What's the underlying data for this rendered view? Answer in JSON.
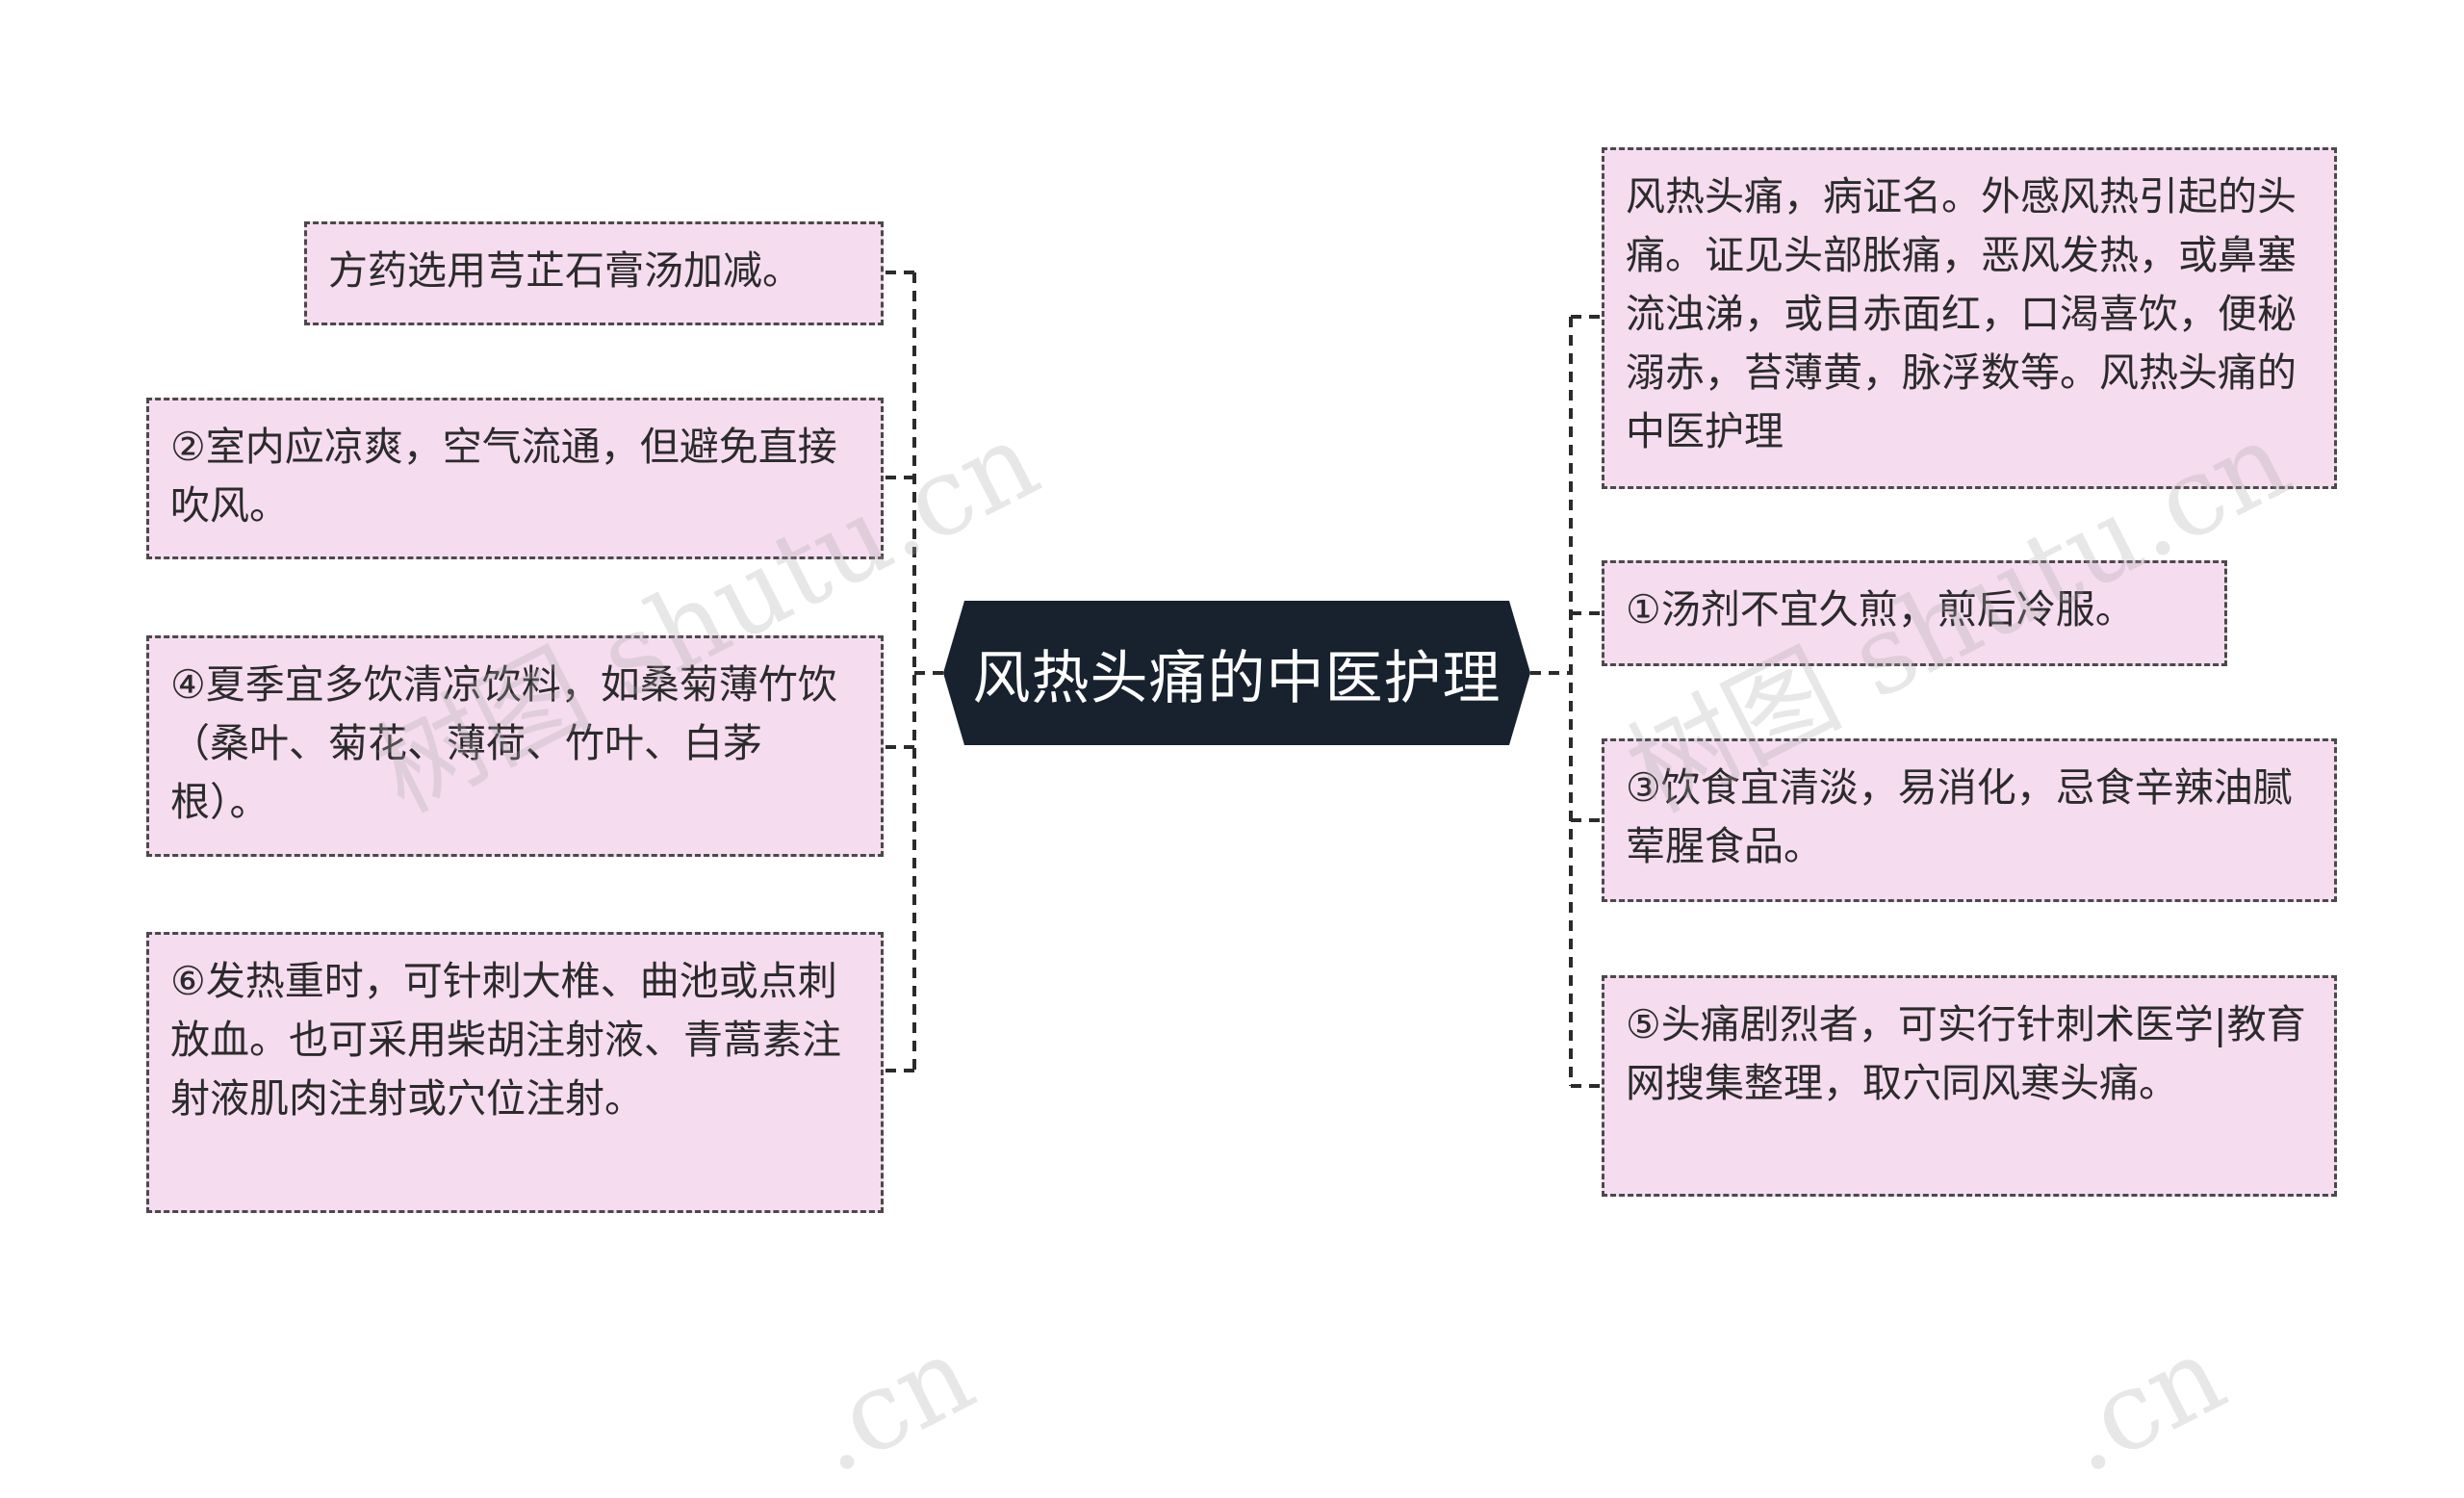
{
  "center": {
    "label": "风热头痛的中医护理"
  },
  "left_nodes": [
    {
      "text": "方药选用芎芷石膏汤加减。"
    },
    {
      "text": "②室内应凉爽，空气流通，但避免直接吹风。"
    },
    {
      "text": "④夏季宜多饮清凉饮料，如桑菊薄竹饮（桑叶、菊花、薄荷、竹叶、白茅根）。"
    },
    {
      "text": "⑥发热重时，可针刺大椎、曲池或点刺放血。也可采用柴胡注射液、青蒿素注射液肌肉注射或穴位注射。"
    }
  ],
  "right_nodes": [
    {
      "text": "风热头痛，病证名。外感风热引起的头痛。证见头部胀痛，恶风发热，或鼻塞流浊涕，或目赤面红，口渴喜饮，便秘溺赤，苔薄黄，脉浮数等。风热头痛的中医护理"
    },
    {
      "text": "①汤剂不宜久煎，煎后冷服。"
    },
    {
      "text": "③饮食宜清淡，易消化，忌食辛辣油腻荤腥食品。"
    },
    {
      "text": "⑤头痛剧烈者，可实行针刺术医学|教育网搜集整理，取穴同风寒头痛。"
    }
  ],
  "watermarks": [
    {
      "text": "树图 shutu.cn"
    },
    {
      "text": "树图 shutu.cn"
    },
    {
      "text": ".cn"
    },
    {
      "text": ".cn"
    }
  ],
  "colors": {
    "center_bg": "#17222e",
    "center_text": "#ffffff",
    "node_bg": "#f5dcef",
    "node_border": "#4a4a4a",
    "connector": "#2b2b2b"
  }
}
